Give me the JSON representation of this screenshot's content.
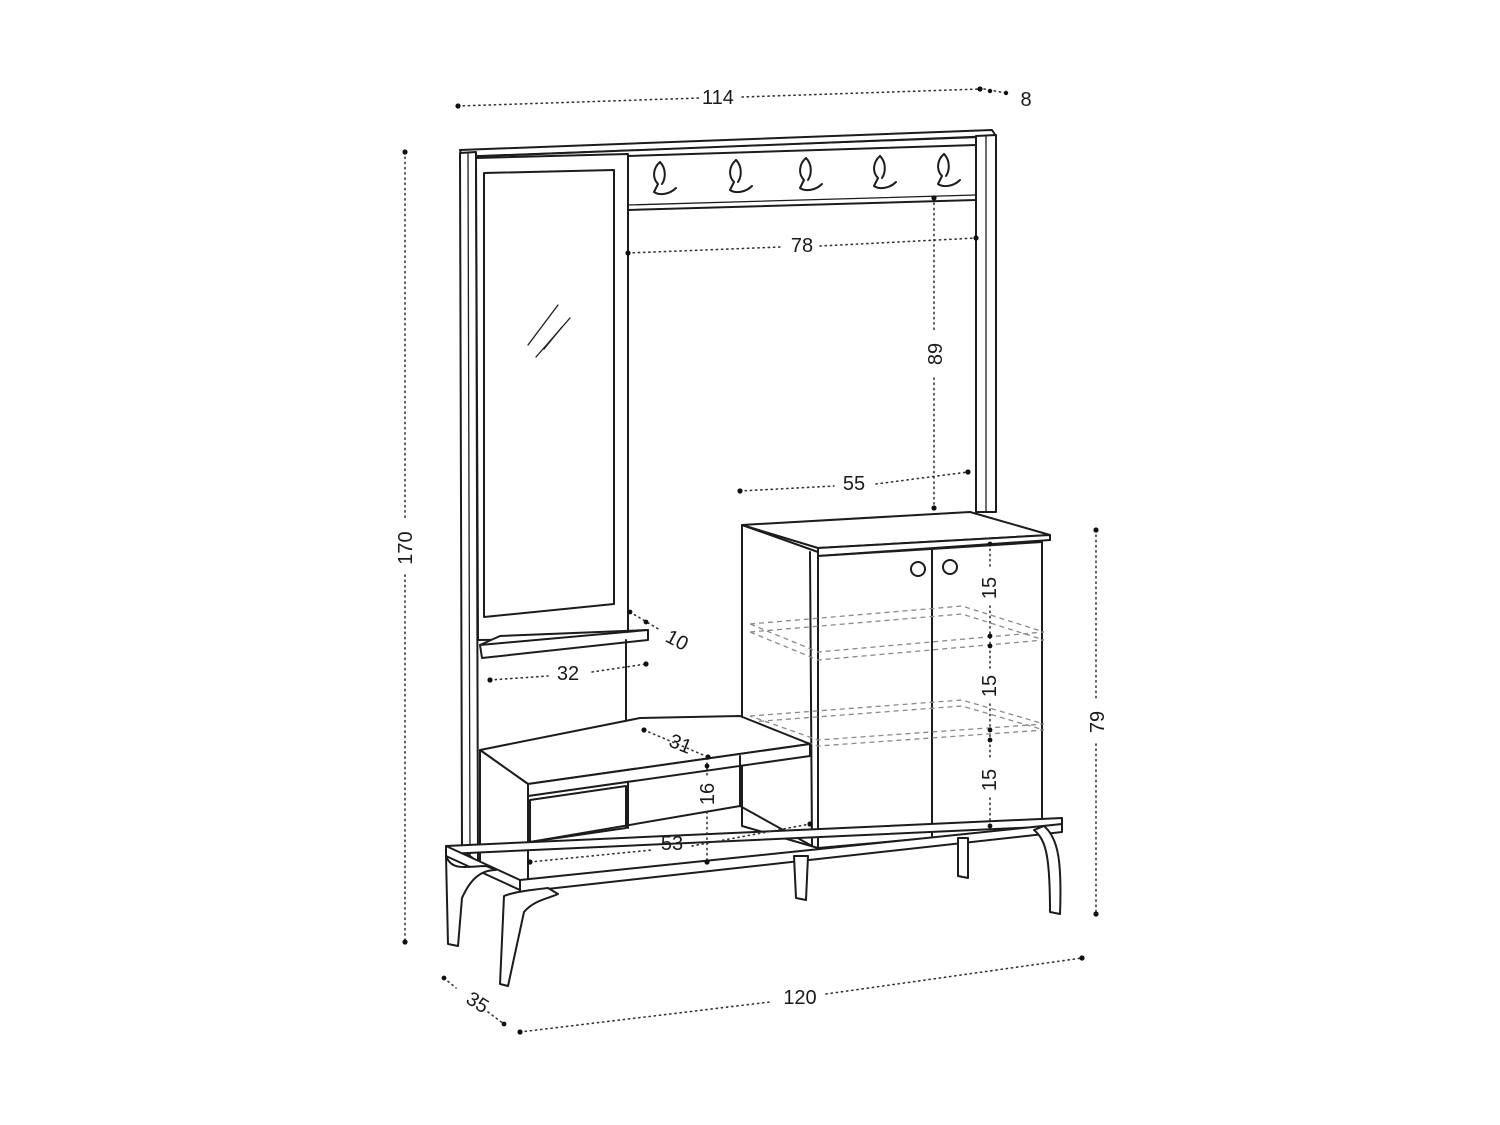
{
  "diagram": {
    "colors": {
      "line": "#1c1c1c",
      "dimension": "#333333",
      "background": "#ffffff"
    },
    "icons": [
      "mirror-glare-icon",
      "coat-hook-icon"
    ],
    "hooks_count": 5,
    "dimensions": {
      "total_width_top": "114",
      "depth_top": "8",
      "total_height": "170",
      "hook_rail_width": "78",
      "upper_height": "89",
      "cabinet_top_width": "55",
      "shelf_depth": "10",
      "shelf_width": "32",
      "bench_depth": "31",
      "bench_height": "16",
      "bench_width": "53",
      "cabinet_shelf_1": "15",
      "cabinet_shelf_2": "15",
      "cabinet_shelf_3": "15",
      "cabinet_height": "79",
      "total_width_bottom": "120",
      "depth_bottom": "35"
    }
  }
}
